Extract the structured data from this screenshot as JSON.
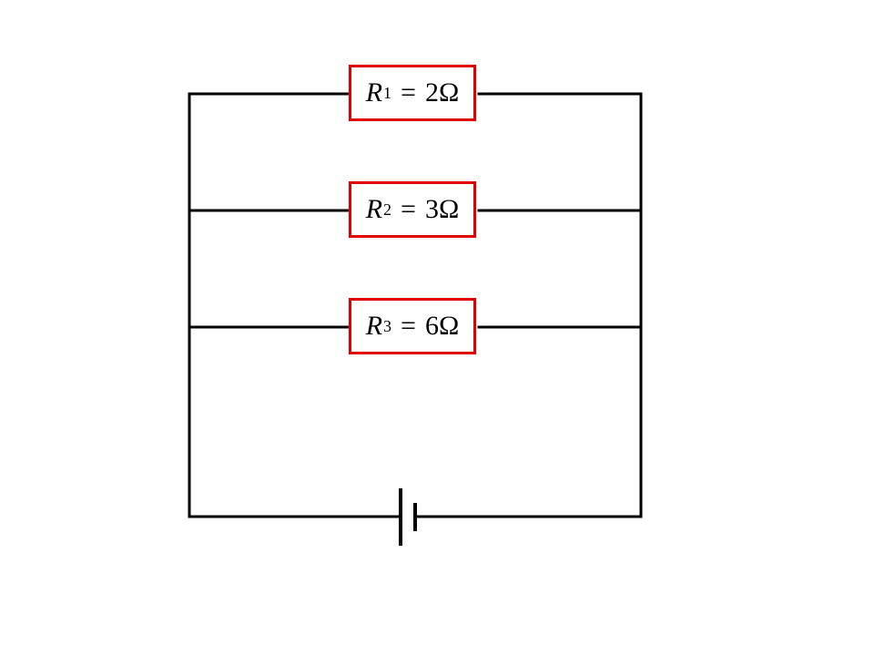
{
  "diagram": {
    "type": "parallel-circuit",
    "colors": {
      "wire": "#000000",
      "resistor_border": "#e00000",
      "background": "#ffffff"
    },
    "resistors": [
      {
        "symbol": "R",
        "subscript": "1",
        "equals": "=",
        "value": "2Ω"
      },
      {
        "symbol": "R",
        "subscript": "2",
        "equals": "=",
        "value": "3Ω"
      },
      {
        "symbol": "R",
        "subscript": "3",
        "equals": "=",
        "value": "6Ω"
      }
    ],
    "source": {
      "kind": "battery"
    }
  }
}
